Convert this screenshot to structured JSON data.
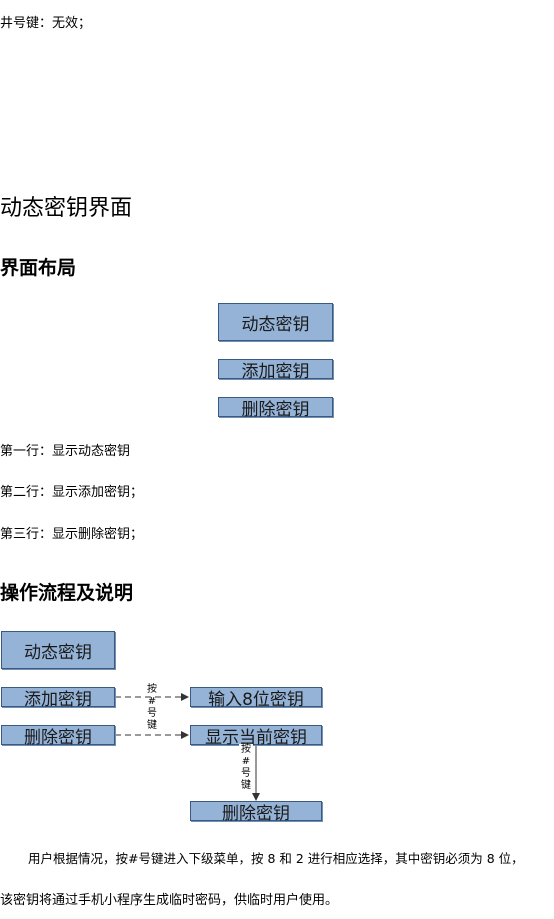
{
  "top_note": "井号键：无效；",
  "section_title": "动态密钥界面",
  "layout": {
    "heading": "界面布局",
    "boxes": [
      "动态密钥",
      "添加密钥",
      "删除密钥"
    ],
    "rows": [
      "第一行：显示动态密钥",
      "第二行：显示添加密钥；",
      "第三行：显示删除密钥；"
    ]
  },
  "flow": {
    "heading": "操作流程及说明",
    "box_dynamic": "动态密钥",
    "box_add": "添加密钥",
    "box_delete": "删除密钥",
    "box_input8": "输入8位密钥",
    "box_show_current": "显示当前密钥",
    "box_delete_key": "删除密钥",
    "press_hash": [
      "按",
      "#",
      "号",
      "键"
    ],
    "press_hash_2": [
      "按",
      "#",
      "号",
      "键"
    ]
  },
  "paragraph1": "用户根据情况，按#号键进入下级菜单，按 8 和 2 进行相应选择，其中密钥必须为 8 位，",
  "paragraph2": "该密钥将通过手机小程序生成临时密码，供临时用户使用。"
}
